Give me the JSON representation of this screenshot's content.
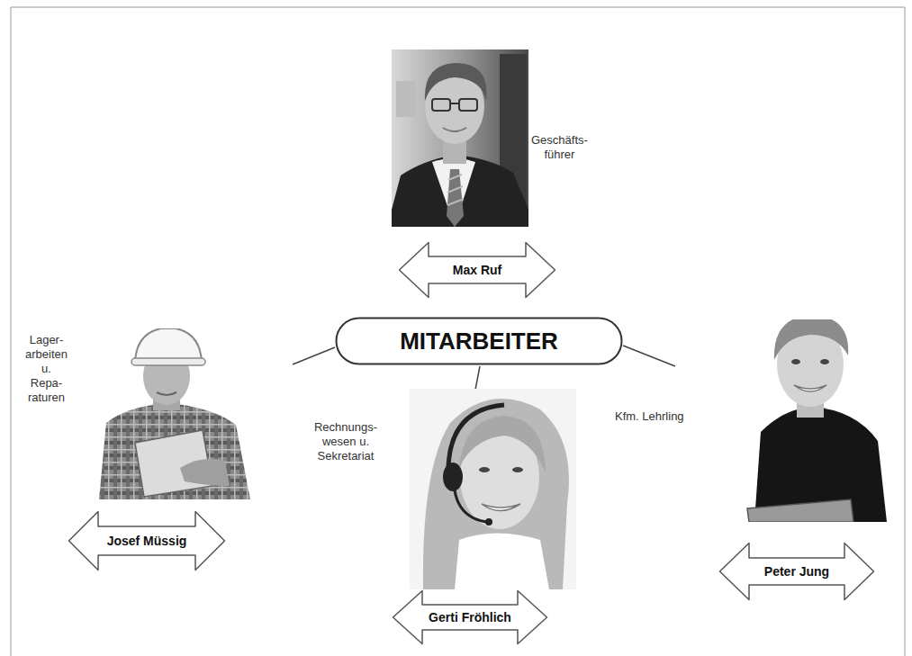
{
  "diagram": {
    "nodes": [
      {
        "text": [
          "Max Ruf"
        ]
      },
      {
        "text": [
          "MITARBEITER"
        ]
      },
      {
        "text": [
          "Josef Müssig"
        ]
      },
      {
        "text": [
          "Gerti Fröhlich"
        ]
      },
      {
        "text": [
          "Peter Jung"
        ]
      }
    ],
    "labels": [
      "Geschäfts- führer",
      "Lager- arbeiten u. Repa- raturen",
      "Rechnungs- wesen u. Sekretariat",
      "Kfm. Lehrling"
    ]
  }
}
